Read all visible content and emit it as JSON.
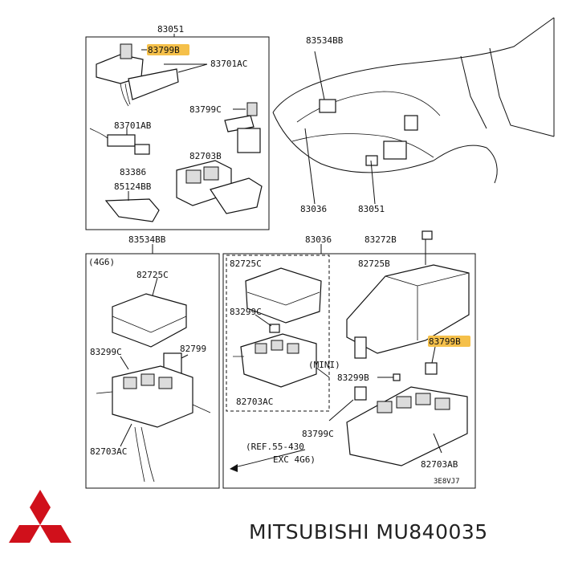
{
  "diagram": {
    "labels": {
      "p83051_top": "83051",
      "p83799B_top": "83799B",
      "p83701AC": "83701AC",
      "p83534BB_car": "83534BB",
      "p83799C_top": "83799C",
      "p83701AB": "83701AB",
      "p82703B": "82703B",
      "p83386": "83386",
      "p85124BB": "85124BB",
      "p83036_car": "83036",
      "p83051_car": "83051",
      "p83534BB_mid": "83534BB",
      "p83036_mid": "83036",
      "p83272B": "83272B",
      "engine_4g6": "(4G6)",
      "p82725C_left": "82725C",
      "p83299C_left": "83299C",
      "p82799": "82799",
      "p82703AC_left": "82703AC",
      "p82725C_mid": "82725C",
      "p83299C_mid": "83299C",
      "mini": "(MINI)",
      "p82703AC_mid": "82703AC",
      "ref_line1": "(REF.55-430",
      "ref_line2": "EXC 4G6)",
      "p82725B": "82725B",
      "p83799B_right": "83799B",
      "p83299B": "83299B",
      "p83799C_right": "83799C",
      "p82703AB": "82703AB",
      "drawing_code": "3E8VJ7"
    },
    "highlight_color": "#f5c04a"
  },
  "brand": {
    "name": "MITSUBISHI MU840035",
    "logo_color": "#d0101b"
  }
}
